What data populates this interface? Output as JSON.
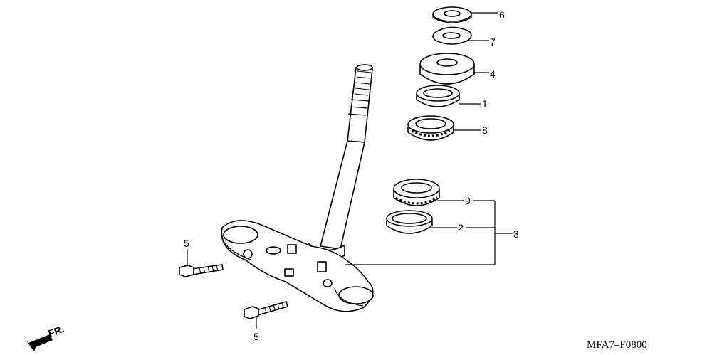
{
  "diagram": {
    "callouts": [
      {
        "id": "6",
        "text": "6"
      },
      {
        "id": "7",
        "text": "7"
      },
      {
        "id": "4",
        "text": "4"
      },
      {
        "id": "1",
        "text": "1"
      },
      {
        "id": "8",
        "text": "8"
      },
      {
        "id": "9",
        "text": "9"
      },
      {
        "id": "2",
        "text": "2"
      },
      {
        "id": "3",
        "text": "3"
      },
      {
        "id": "5a",
        "text": "5"
      },
      {
        "id": "5b",
        "text": "5"
      }
    ],
    "direction_label": "FR.",
    "diagram_code": "MFA7–F0800"
  }
}
